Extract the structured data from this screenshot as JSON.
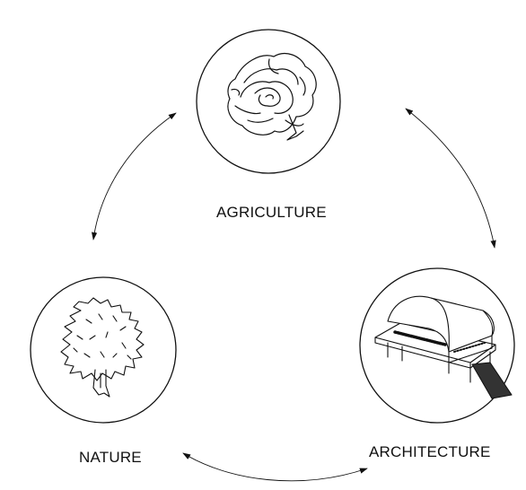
{
  "nodes": [
    {
      "id": "agriculture",
      "label": "AGRICULTURE",
      "icon": "rose-flower-icon"
    },
    {
      "id": "nature",
      "label": "NATURE",
      "icon": "tree-icon"
    },
    {
      "id": "architecture",
      "label": "ARCHITECTURE",
      "icon": "barn-building-icon"
    }
  ],
  "edges": [
    {
      "from": "agriculture",
      "to": "nature",
      "style": "double-arrow"
    },
    {
      "from": "agriculture",
      "to": "architecture",
      "style": "double-arrow"
    },
    {
      "from": "nature",
      "to": "architecture",
      "style": "double-arrow"
    }
  ],
  "colors": {
    "line": "#111111",
    "background": "#ffffff"
  }
}
